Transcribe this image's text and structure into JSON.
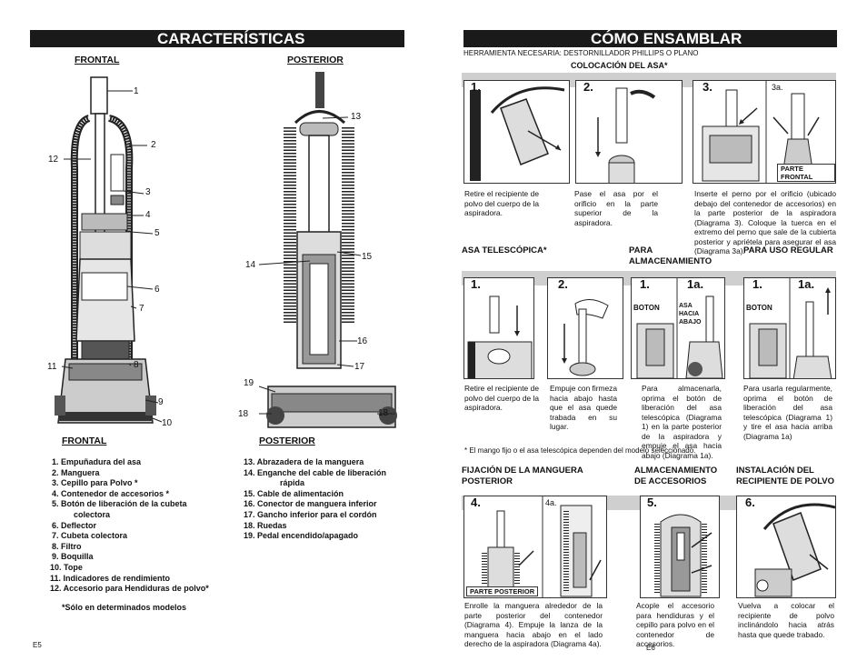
{
  "left": {
    "title": "CARACTERÍSTICAS",
    "frontal_label": "FRONTAL",
    "posterior_label": "POSTERIOR",
    "frontal_legend_label": "FRONTAL",
    "posterior_legend_label": "POSTERIOR",
    "front_callouts": [
      "1",
      "2",
      "3",
      "4",
      "5",
      "6",
      "7",
      "8",
      "9",
      "10",
      "11",
      "12"
    ],
    "rear_callouts": [
      "13",
      "14",
      "15",
      "16",
      "17",
      "18",
      "18",
      "19"
    ],
    "frontal_items": [
      "1. Empuñadura del asa",
      "2. Manguera",
      "3. Cepillo para Polvo *",
      "4. Contenedor de accesorios *",
      "5. Botón de liberación de la cubeta",
      "colectora",
      "6. Deflector",
      "7. Cubeta colectora",
      "8. Filtro",
      "9. Boquilla",
      "10. Tope",
      "11. Indicadores de rendimiento",
      "12. Accesorio para Hendiduras de polvo*"
    ],
    "footnote": "*Sólo en determinados modelos",
    "posterior_items": [
      "13. Abrazadera de la manguera",
      "14. Enganche del cable de liberación",
      "rápida",
      "15. Cable de alimentación",
      "16. Conector de manguera inferior",
      "17. Gancho inferior para el cordón",
      "18. Ruedas",
      "19. Pedal encendido/apagado"
    ],
    "page": "E5"
  },
  "right": {
    "title": "CÓMO ENSAMBLAR",
    "tools": "HERRAMIENTA NECESARIA: DESTORNILLADOR PHILLIPS O PLANO",
    "colocacion": "COLOCACIÓN  DEL ASA*",
    "row1": {
      "steps": [
        "1.",
        "2.",
        "3.",
        "3a."
      ],
      "tag": "PARTE FRONTAL",
      "caps": [
        "Retire el recipiente de polvo del cuerpo de la aspiradora.",
        "Pase el asa por el orificio en la parte superior de la aspiradora.",
        "Inserte el perno por el orificio (ubicado debajo del contenedor de accesorios) en la parte posterior de la aspiradora (Diagrama 3). Coloque la tuerca en el extremo del perno que sale de la cubierta posterior y apriétela para asegurar el asa (Diagrama 3a)."
      ]
    },
    "row2": {
      "hdr_tele": "ASA TELESCÓPICA*",
      "hdr_alm": "PARA ALMACENAMIENTO",
      "hdr_uso": "PARA USO REGULAR",
      "steps": [
        "1.",
        "2.",
        "1.",
        "1a.",
        "1.",
        "1a."
      ],
      "boton": "BOTON",
      "asa_hacia_abajo": "ASA HACIA ABAJO",
      "caps": [
        "Retire el recipiente de polvo del cuerpo de la aspiradora.",
        "Empuje con firmeza hacia abajo hasta que el asa quede trabada en su lugar.",
        "Para almacenarla, oprima el botón de liberación del asa telescópica (Diagrama 1) en la parte posterior de la aspiradora y empuje el asa hacia abajo (Diagrama 1a).",
        "Para usarla regularmente, oprima el botón de liberación del asa telescópica (Diagrama 1) y tire el asa hacia arriba (Diagrama 1a)"
      ],
      "note": "* El mango fijo o el asa telescópica dependen del modelo seleccionado."
    },
    "row3": {
      "hdr_fij": "FIJACIÓN DE LA MANGUERA POSTERIOR",
      "hdr_alm": "ALMACENAMIENTO DE ACCESORIOS",
      "hdr_ins": "INSTALACIÓN DEL RECIPIENTE DE POLVO",
      "steps": [
        "4.",
        "4a.",
        "5.",
        "6."
      ],
      "tag": "PARTE POSTERIOR",
      "caps": [
        "Enrolle la manguera alrededor de la parte posterior del contenedor (Diagrama 4). Empuje la lanza de la manguera hacia abajo en el lado derecho de la aspiradora (Diagrama 4a).",
        "Acople el accesorio para hendiduras y el cepillo para polvo en el contenedor de accesorios.",
        "Vuelva a colocar el recipiente de polvo inclinándolo hacia atrás hasta que quede trabado."
      ]
    },
    "page": "E6"
  }
}
